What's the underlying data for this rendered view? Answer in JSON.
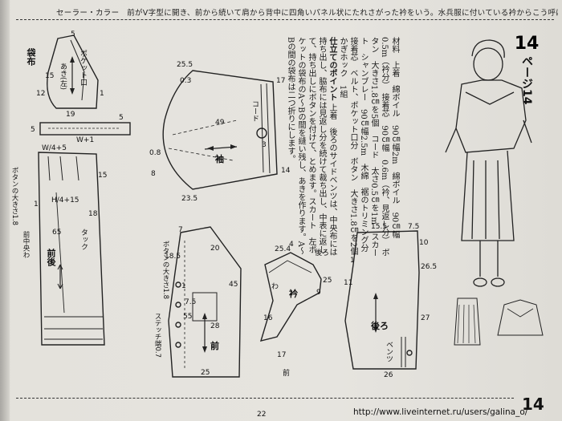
{
  "header": {
    "banner": "セーラー・カラー　前がV字型に開き、前から続いて肩から背中に四角いパネル状にたれさがった衿をいう。水兵服に付いている衿からこう呼ばれ、ミディ・カラーとも呼ぶ。"
  },
  "instructions": {
    "materials": "材料　上着　綿ボイル　90㎝幅2m　綿ボイル　90㎝幅　0.5m（衿分）　接着芯　90㎝幅　0.6m（衿、見返し分）　ボタン　大きさ1.8㎝を5個　コード　太さ0.5㎝を1m　スカート　シャンブレー　90㎝幅2.5m　木綿　裾のトリミング分　接着芯　ベルト、ポケット口分　ボタン　大きさ1.8㎝を2個　かぎホック　1組",
    "points_title": "仕立てのポイント",
    "points": "上着　後ろのサイドベンツは、中央布には持ち出し、脇布には見返し分を続けて裁ち出し、中表に返して、持ち出しにボタンを付けて、とめます。スカート　左ポケットの袋布のA～Bの間を縫い残し、あきを作ります。A～Bの間の袋布は二つ折りにします。"
  },
  "page_badge": {
    "number": "14",
    "label": "ページ14"
  },
  "pattern_labels": {
    "pocket_bag": "袋布",
    "pocket_opening": "ポケット口",
    "opening_left": "あき(左)",
    "button_size": "ボタンの大きさ1.8",
    "front_center": "前中央わ",
    "tuck": "タック",
    "front_skirt": "前後",
    "sleeve": "袖",
    "cord": "コード",
    "front_jacket": "前",
    "button_size_2": "ボタンの大きさ1.8",
    "stitch": "ステッチ端0.7",
    "collar": "衿",
    "back_label": "後ろ",
    "back_body": "後ろ",
    "vent": "ベンツ",
    "front_word": "前",
    "fold": "わ"
  },
  "measures": {
    "m5a": "5",
    "m15a": "15",
    "m19": "19",
    "m12": "12",
    "m1": "1",
    "m5b": "5",
    "w1": "W+1",
    "m5c": "5",
    "w4": "W/4+5",
    "m15b": "15",
    "m1b": "1",
    "h4": "H/4+15",
    "m65": "65",
    "m18": "18",
    "m255": "25.5",
    "m03": "0.3",
    "m17": "17",
    "m49": "49",
    "m14": "14",
    "m3": "3",
    "m08": "0.8",
    "m235": "23.5",
    "m8": "8",
    "m7": "7",
    "m185": "18.5",
    "m20": "20",
    "m45": "45",
    "m55": "55",
    "m1c": "1",
    "m75": "7.5",
    "m28": "28",
    "m25a": "25",
    "m25b": "25",
    "m9": "9",
    "m16": "16",
    "m254": "25.4",
    "m4": "4",
    "m155": "15.5",
    "m265": "26.5",
    "m26": "26",
    "m75b": "7.5",
    "m10": "10",
    "m17b": "17",
    "m27": "27",
    "m11": "11",
    "m1d": "1"
  },
  "footer": {
    "page_number": "14",
    "url": "http://www.liveinternet.ru/users/galina_o/",
    "left_num": "22"
  }
}
